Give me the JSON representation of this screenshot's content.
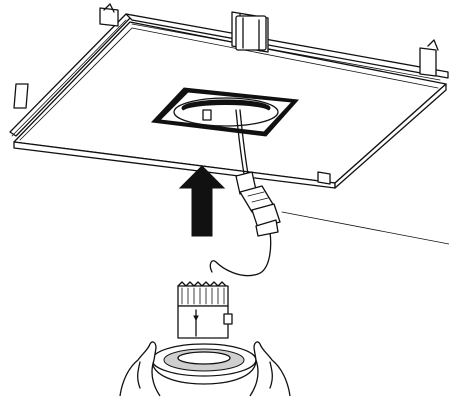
{
  "diagram": {
    "parts": [
      {
        "id": "ceiling-panel",
        "icon": "ceiling-tile"
      },
      {
        "id": "rail-frame",
        "icon": "t-bar-grid"
      },
      {
        "id": "mounting-clip",
        "icon": "bracket"
      },
      {
        "id": "cutout",
        "icon": "square-cutout"
      },
      {
        "id": "cable",
        "icon": "wire"
      },
      {
        "id": "driver-connector",
        "icon": "plug"
      },
      {
        "id": "up-arrow",
        "icon": "arrow-up"
      },
      {
        "id": "downlight",
        "icon": "led-downlight"
      },
      {
        "id": "hands",
        "icon": "hand"
      }
    ],
    "colors": {
      "line": "#111111",
      "background": "#ffffff",
      "fill": "#ffffff",
      "shade": "#cfcfcf"
    }
  }
}
